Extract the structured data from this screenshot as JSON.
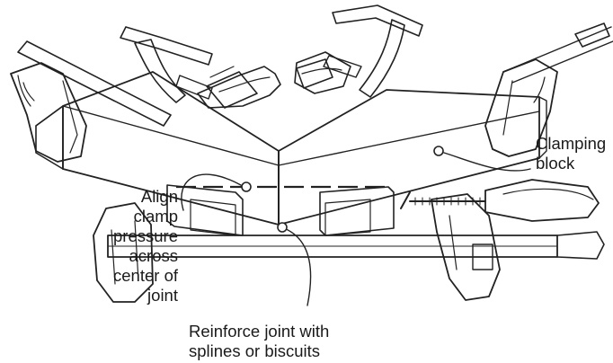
{
  "callouts": {
    "align_pressure": "Align\nclamp\npressure\nacross\ncenter of\njoint",
    "clamping_block": "Clamping\nblock",
    "reinforce_joint": "Reinforce joint with\nsplines or biscuits"
  },
  "colors": {
    "ink": "#222222",
    "wood": "#ffffff",
    "shade": "#d8d8d8",
    "background": "#ffffff"
  }
}
